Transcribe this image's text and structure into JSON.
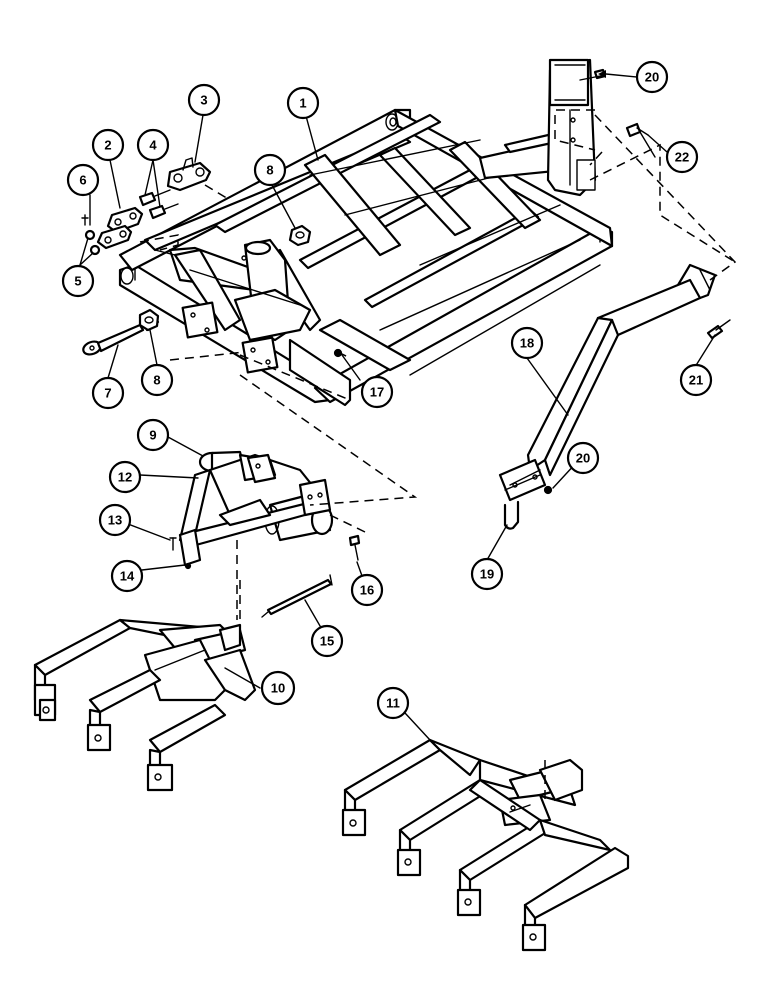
{
  "callouts": [
    {
      "id": "c1",
      "label": "1"
    },
    {
      "id": "c2",
      "label": "2"
    },
    {
      "id": "c3",
      "label": "3"
    },
    {
      "id": "c4",
      "label": "4"
    },
    {
      "id": "c5",
      "label": "5"
    },
    {
      "id": "c6",
      "label": "6"
    },
    {
      "id": "c7",
      "label": "7"
    },
    {
      "id": "c8a",
      "label": "8"
    },
    {
      "id": "c8b",
      "label": "8"
    },
    {
      "id": "c9",
      "label": "9"
    },
    {
      "id": "c10",
      "label": "10"
    },
    {
      "id": "c11",
      "label": "11"
    },
    {
      "id": "c12",
      "label": "12"
    },
    {
      "id": "c13",
      "label": "13"
    },
    {
      "id": "c14",
      "label": "14"
    },
    {
      "id": "c15",
      "label": "15"
    },
    {
      "id": "c16",
      "label": "16"
    },
    {
      "id": "c17",
      "label": "17"
    },
    {
      "id": "c18",
      "label": "18"
    },
    {
      "id": "c19",
      "label": "19"
    },
    {
      "id": "c20a",
      "label": "20"
    },
    {
      "id": "c20b",
      "label": "20"
    },
    {
      "id": "c21",
      "label": "21"
    },
    {
      "id": "c22",
      "label": "22"
    }
  ]
}
